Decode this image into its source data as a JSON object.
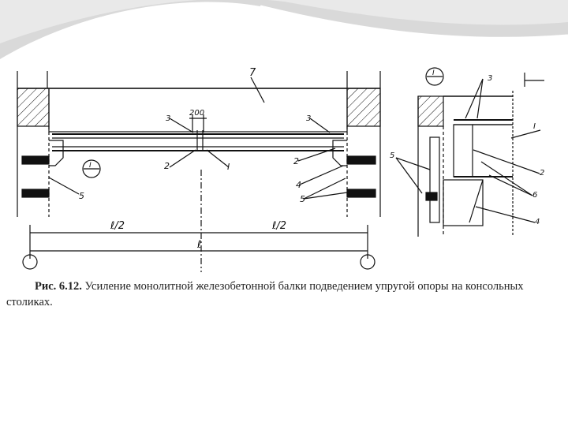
{
  "caption": {
    "figure_number": "Рис. 6.12.",
    "text": "Усиление монолитной железобетонной балки подведением упругой опоры на консольных столиках."
  },
  "drawing": {
    "labels": {
      "slab": "7",
      "dim_200": "200",
      "item_1": "I",
      "item_2": "2",
      "item_3": "3",
      "item_4": "4",
      "item_5": "5",
      "item_6": "6",
      "section_mark": "I",
      "half_span_left": "ℓ/2",
      "half_span_right": "ℓ/2",
      "span": "ℓ"
    }
  },
  "colors": {
    "slide_swoosh": "#d9d9d9",
    "slide_swoosh_light": "#ececec",
    "ink": "#111111"
  }
}
